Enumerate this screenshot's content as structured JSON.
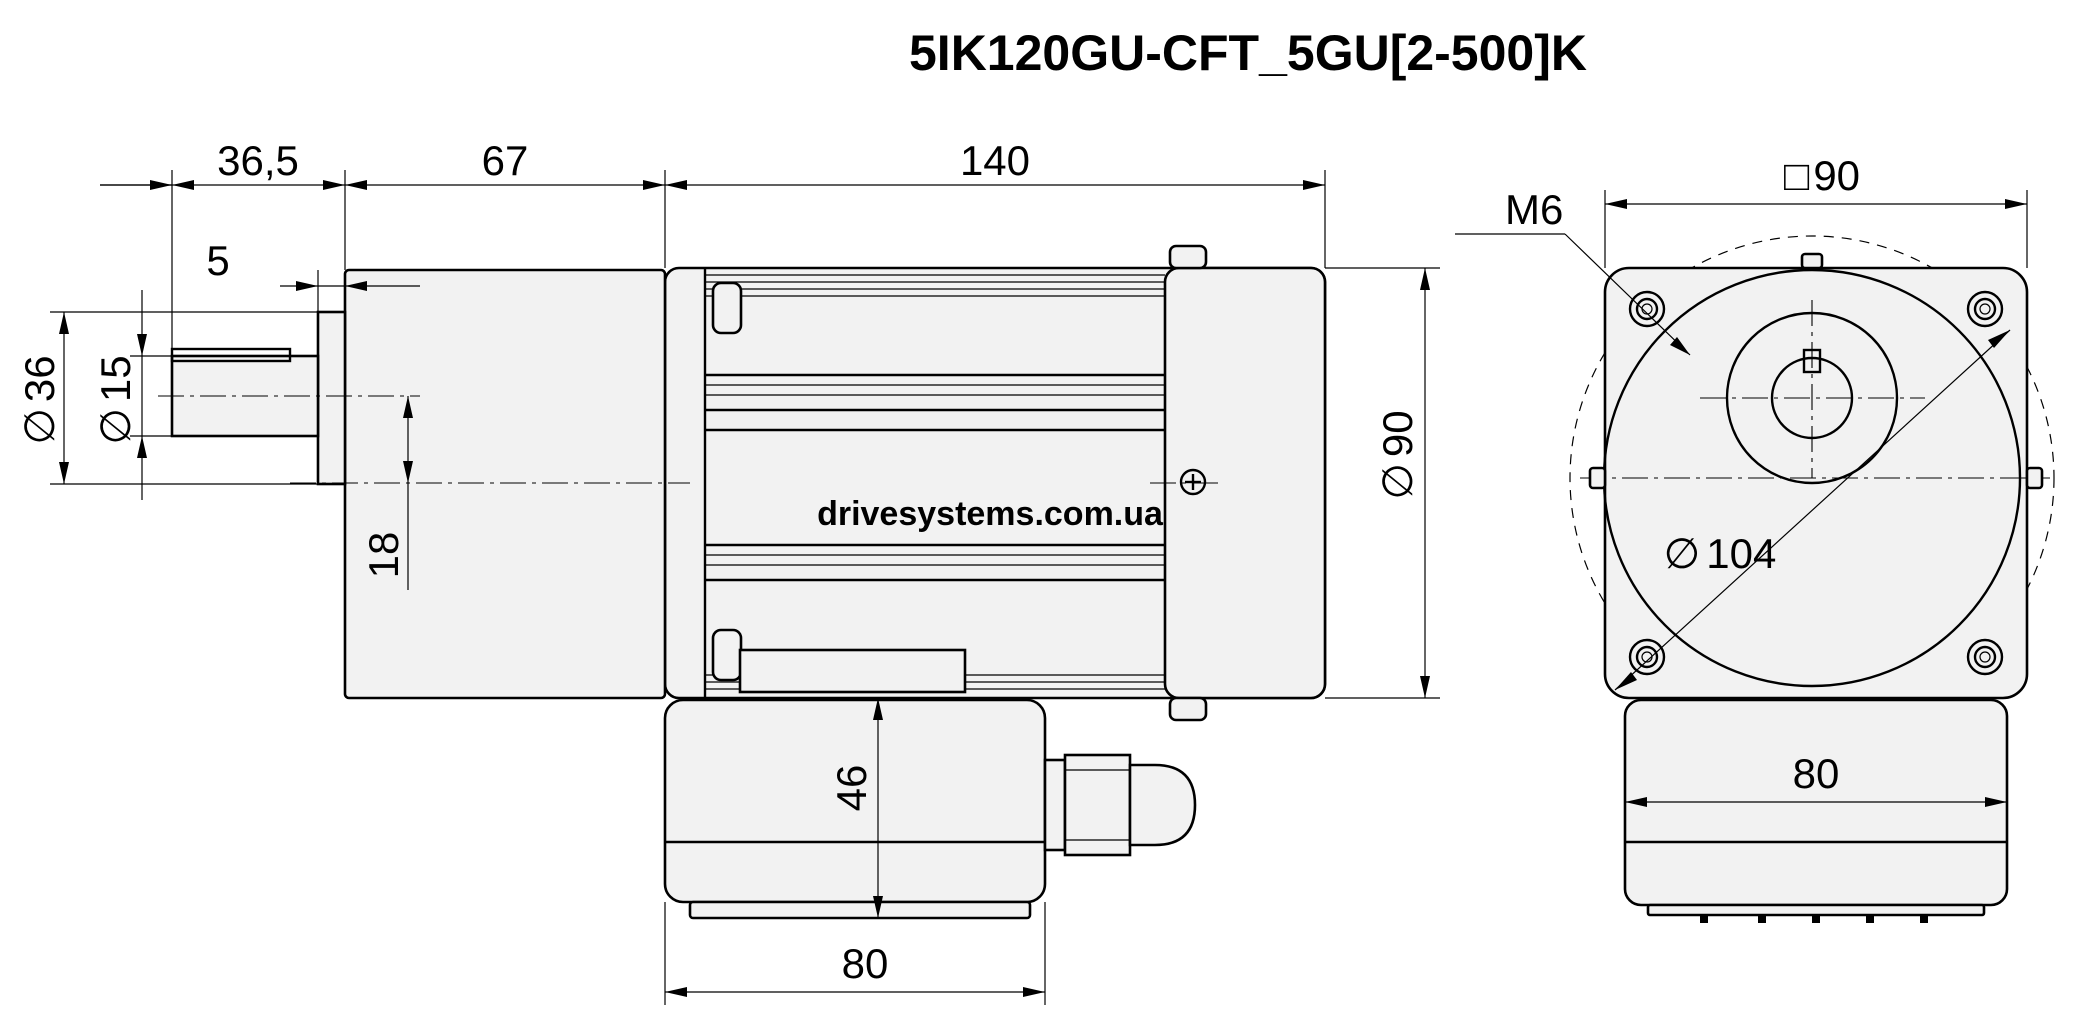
{
  "title": "5IK120GU-CFT_5GU[2-500]K",
  "watermark": "drivesystems.com.ua",
  "side_view": {
    "dim_gearbox_shaft": "36,5",
    "dim_gearbox": "67",
    "dim_motor": "140",
    "dim_key_offset": "5",
    "dim_shaft_offset": "18",
    "dim_terminal_height": "46",
    "dim_terminal_width": "80",
    "dia_pilot_symbol": "∅",
    "dia_pilot_value": "36",
    "dia_shaft_symbol": "∅",
    "dia_shaft_value": "15",
    "dia_motor_symbol": "∅",
    "dia_motor_value": "90"
  },
  "front_view": {
    "thread": "M6",
    "square_symbol": "□",
    "square_value": "90",
    "pcd_symbol": "∅",
    "pcd_value": "104",
    "box_width": "80"
  },
  "colors": {
    "line": "#000000",
    "body_fill": "#f2f2f2",
    "background": "#ffffff"
  }
}
